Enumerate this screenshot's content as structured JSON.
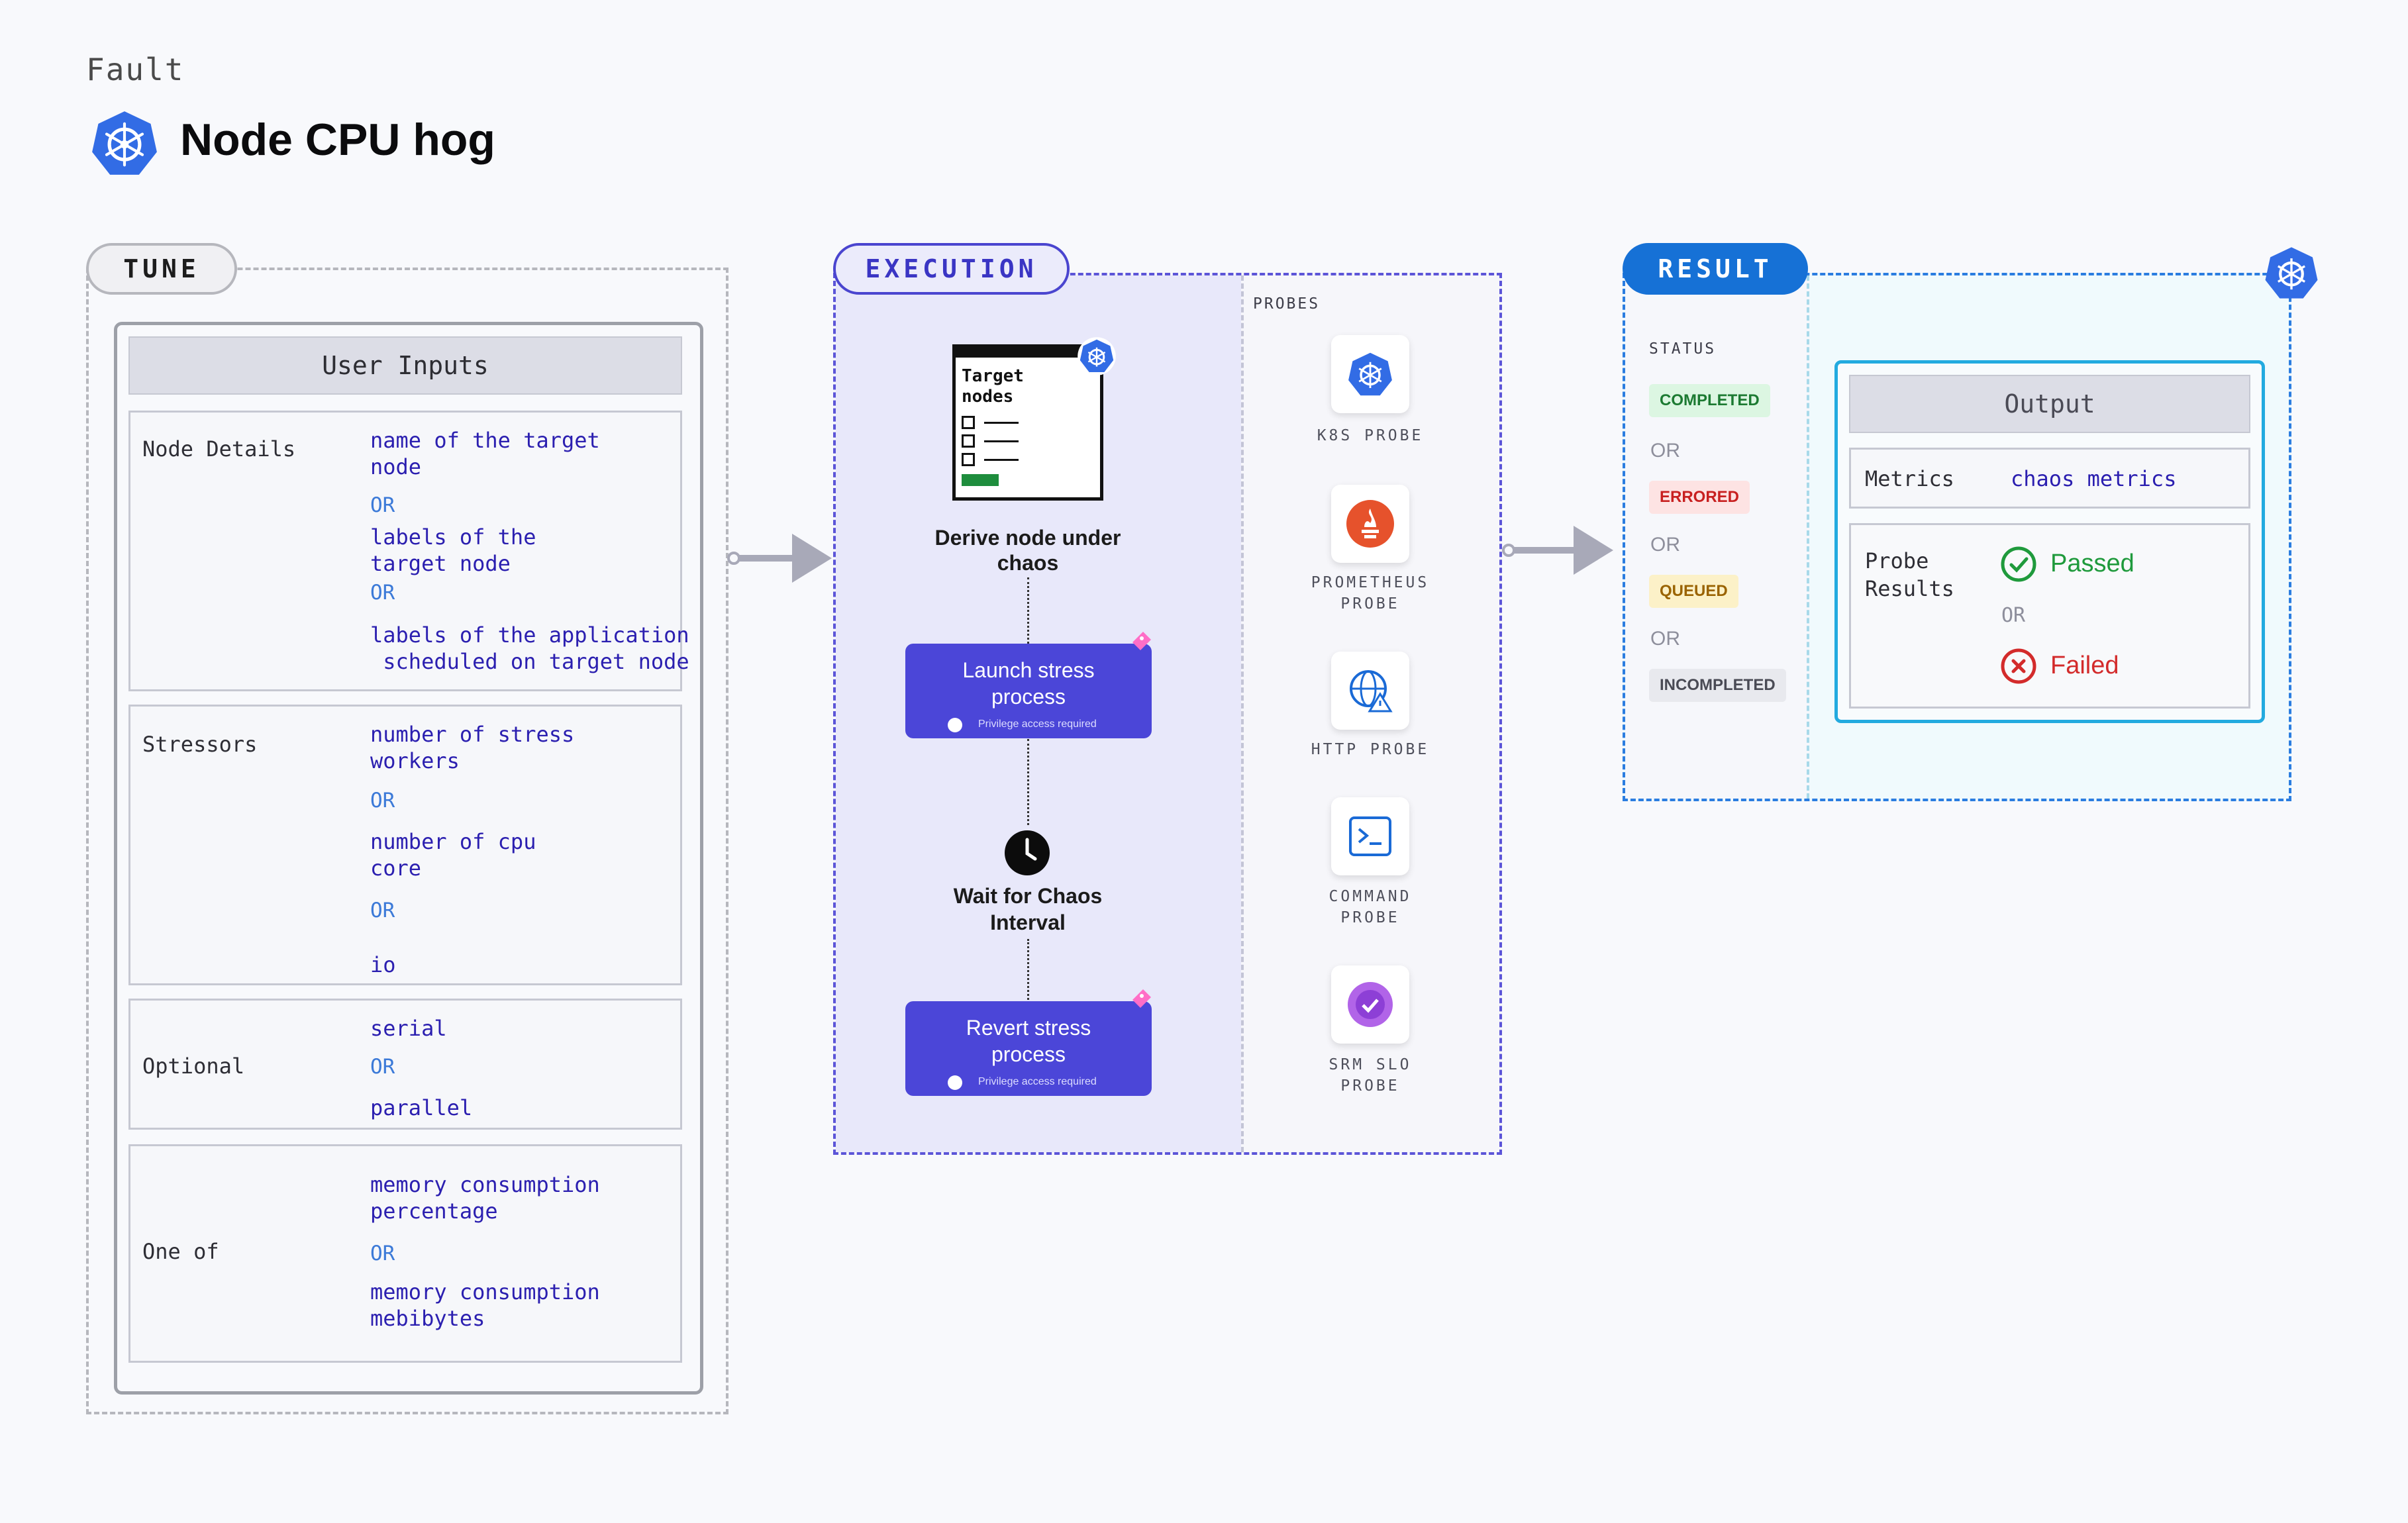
{
  "header": {
    "kicker": "Fault",
    "title": "Node CPU hog",
    "title_icon": "kubernetes-icon"
  },
  "tune": {
    "pill": "TUNE",
    "user_inputs_title": "User Inputs",
    "groups": [
      {
        "label": "Node Details",
        "values": [
          "name of the target",
          "node",
          "labels of the",
          "target node",
          "labels of the application",
          " scheduled on target node"
        ],
        "or_label": "OR"
      },
      {
        "label": "Stressors",
        "values": [
          "number of stress",
          "workers",
          "number of cpu",
          "core",
          "io"
        ],
        "or_label": "OR"
      },
      {
        "label": "Optional",
        "values": [
          "serial",
          "parallel"
        ],
        "or_label": "OR"
      },
      {
        "label": "One of",
        "values": [
          "memory consumption",
          "percentage",
          "memory consumption",
          "mebibytes"
        ],
        "or_label": "OR"
      }
    ]
  },
  "execution": {
    "pill": "EXECUTION",
    "target_card_title": "Target\nnodes",
    "steps": {
      "derive": "Derive node under\nchaos",
      "launch": "Launch stress\nprocess",
      "wait": "Wait for Chaos\nInterval",
      "revert": "Revert stress\nprocess"
    },
    "privilege_note": "Privilege access required",
    "probes_header": "PROBES",
    "probes": [
      {
        "label": "K8S PROBE",
        "icon": "kubernetes-icon"
      },
      {
        "label": "PROMETHEUS\nPROBE",
        "icon": "prometheus-icon"
      },
      {
        "label": "HTTP PROBE",
        "icon": "http-globe-icon"
      },
      {
        "label": "COMMAND\nPROBE",
        "icon": "terminal-icon"
      },
      {
        "label": "SRM SLO\nPROBE",
        "icon": "srm-slo-icon"
      }
    ]
  },
  "result": {
    "pill": "RESULT",
    "status_header": "STATUS",
    "statuses": [
      {
        "label": "COMPLETED",
        "bg": "#dcf6e2",
        "fg": "#1c7a32"
      },
      {
        "label": "ERRORED",
        "bg": "#fde3e3",
        "fg": "#c82020"
      },
      {
        "label": "QUEUED",
        "bg": "#fcf1c8",
        "fg": "#9a6300"
      },
      {
        "label": "INCOMPLETED",
        "bg": "#e8e9ee",
        "fg": "#4a4b55"
      }
    ],
    "or_label": "OR",
    "output_title": "Output",
    "metrics_label": "Metrics",
    "metrics_value": "chaos metrics",
    "probe_results_label": "Probe\nResults",
    "passed": "Passed",
    "failed": "Failed"
  },
  "colors": {
    "accent_execution": "#4b46d8",
    "accent_result": "#1671d6",
    "value_text": "#2b1fb0",
    "or_text": "#3c7ad8",
    "passed": "#1f9a3c",
    "failed": "#d32b2b"
  }
}
